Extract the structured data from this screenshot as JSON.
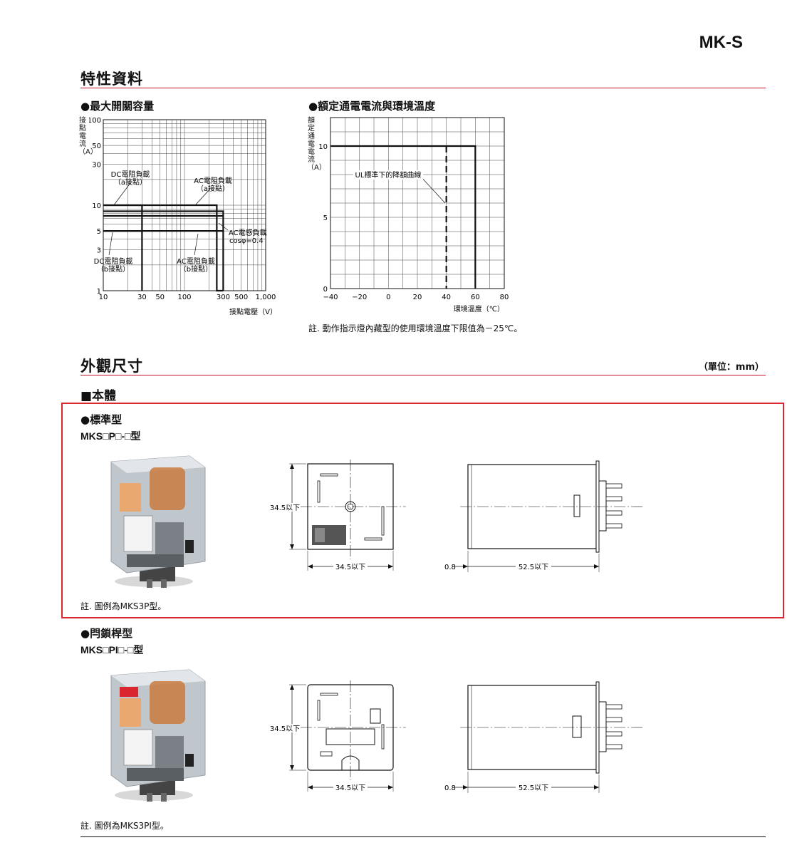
{
  "brand": "MK-S",
  "characteristics": {
    "title": "特性資料",
    "chart1": {
      "title": "●最大開關容量",
      "ylabel": "接點電流（A）",
      "xlabel": "接點電壓（V）",
      "xticks": [
        "10",
        "30",
        "50",
        "100",
        "300",
        "500",
        "1,000"
      ],
      "yticks": [
        "100",
        "50",
        "30",
        "10",
        "5",
        "3",
        "1"
      ],
      "annotations": [
        "DC電阻負載",
        "（a接點）",
        "AC電阻負載",
        "（a接點）",
        "AC電感負載",
        "cosφ=0.4",
        "DC電阻負載",
        "（b接點）",
        "AC電阻負載",
        "（b接點）"
      ]
    },
    "chart2": {
      "title": "●額定通電電流與環境溫度",
      "ylabel": "額定通電電流（A）",
      "xlabel": "環境溫度（℃）",
      "xticks": [
        "−40",
        "−20",
        "0",
        "20",
        "40",
        "60",
        "80"
      ],
      "yticks": [
        "10",
        "5",
        "0"
      ],
      "annotation": "UL標準下的降額曲線"
    },
    "note": "註. 動作指示燈內藏型的使用環境溫度下限值為－25℃。"
  },
  "chart_data": [
    {
      "type": "line",
      "title": "●最大開關容量",
      "xlabel": "接點電壓（V）",
      "ylabel": "接點電流（A）",
      "xscale": "log",
      "yscale": "log",
      "xlim": [
        10,
        1000
      ],
      "ylim": [
        1,
        100
      ],
      "xticks": [
        10,
        30,
        50,
        100,
        300,
        500,
        1000
      ],
      "yticks": [
        1,
        3,
        5,
        10,
        30,
        50,
        100
      ],
      "grid": true,
      "series": [
        {
          "x": [
            10,
            30,
            30
          ],
          "y": [
            10,
            10,
            1
          ]
        },
        {
          "x": [
            10,
            250,
            250,
            300,
            300
          ],
          "y": [
            10,
            10,
            1,
            1,
            1
          ]
        },
        {
          "x": [
            10,
            300,
            300
          ],
          "y": [
            8.5,
            8.5,
            1
          ]
        },
        {
          "x": [
            10,
            300
          ],
          "y": [
            7.5,
            7.5
          ]
        },
        {
          "x": [
            10,
            30
          ],
          "y": [
            5,
            5
          ]
        },
        {
          "x": [
            10,
            300
          ],
          "y": [
            5,
            5
          ]
        }
      ]
    },
    {
      "type": "line",
      "title": "●額定通電電流與環境溫度",
      "xlabel": "環境溫度（℃）",
      "ylabel": "額定通電電流（A）",
      "xlim": [
        -40,
        80
      ],
      "ylim": [
        0,
        12
      ],
      "xticks": [
        -40,
        -20,
        0,
        20,
        40,
        60,
        80
      ],
      "yticks": [
        0,
        5,
        10
      ],
      "grid": true,
      "series": [
        {
          "x": [
            -40,
            60,
            60
          ],
          "y": [
            10,
            10,
            0
          ]
        },
        {
          "name": "UL標準下的降額曲線",
          "x": [
            40,
            40
          ],
          "y": [
            10,
            0
          ],
          "dashed": true
        }
      ]
    }
  ],
  "dimensions": {
    "title": "外觀尺寸",
    "unit": "（單位：mm）",
    "body_title": "■本體",
    "standard": {
      "title": "●標準型",
      "model": "MKS□P□-□型",
      "height_label": "34.5以下",
      "width_label": "34.5以下",
      "gap_label": "0.8",
      "depth_label": "52.5以下",
      "note": "註. 圖例為MKS3P型。"
    },
    "latching": {
      "title": "●閂鎖桿型",
      "model": "MKS□PI□-□型",
      "height_label": "34.5以下",
      "width_label": "34.5以下",
      "gap_label": "0.8",
      "depth_label": "52.5以下",
      "note": "註. 圖例為MKS3PI型。"
    }
  },
  "colors": {
    "accent_red": "#c8102e",
    "highlight_red": "#d9262f"
  }
}
